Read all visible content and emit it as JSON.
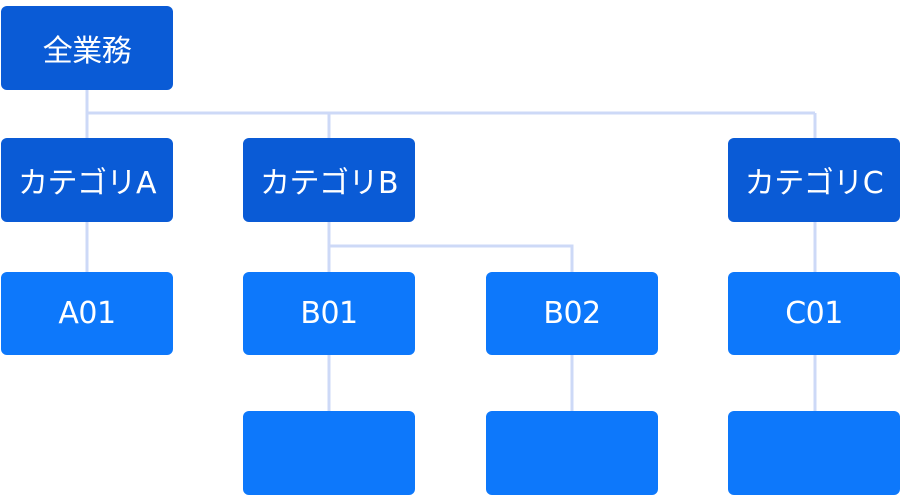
{
  "diagram": {
    "colors": {
      "root_fill": "#0a5bd6",
      "category_fill": "#0a5bd6",
      "item_fill": "#0d78fb",
      "connector": "#cdd9f7",
      "text": "#ffffff",
      "background": "#ffffff"
    },
    "root": {
      "label": "全業務"
    },
    "categories": [
      {
        "label": "カテゴリA"
      },
      {
        "label": "カテゴリB"
      },
      {
        "label": "カテゴリC"
      }
    ],
    "items": [
      {
        "label": "A01"
      },
      {
        "label": "B01"
      },
      {
        "label": "B02"
      },
      {
        "label": "C01"
      },
      {
        "label": ""
      },
      {
        "label": ""
      },
      {
        "label": ""
      }
    ]
  }
}
